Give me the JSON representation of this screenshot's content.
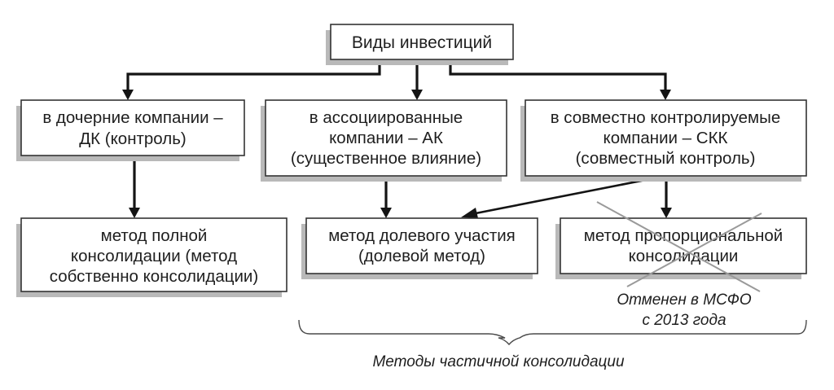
{
  "diagram": {
    "title": "Виды инвестиций",
    "categories": [
      {
        "id": "subsidiaries",
        "lines": [
          "в дочерние компании –",
          "ДК (контроль)"
        ]
      },
      {
        "id": "associates",
        "lines": [
          "в ассоциированные",
          "компании – АК",
          "(существенное влияние)"
        ]
      },
      {
        "id": "joint-ventures",
        "lines": [
          "в совместно контролируемые",
          "компании – СКК",
          "(совместный контроль)"
        ]
      }
    ],
    "methods": [
      {
        "id": "full-consolidation",
        "lines": [
          "метод полной",
          "консолидации (метод",
          "собственно консолидации)"
        ],
        "crossed_out": false
      },
      {
        "id": "equity-method",
        "lines": [
          "метод долевого участия",
          "(долевой метод)"
        ],
        "crossed_out": false
      },
      {
        "id": "proportional-consolidation",
        "lines": [
          "метод пропорциональной",
          "консолидации"
        ],
        "crossed_out": true
      }
    ],
    "edges": [
      {
        "from": "title",
        "to": "subsidiaries"
      },
      {
        "from": "title",
        "to": "associates"
      },
      {
        "from": "title",
        "to": "joint-ventures"
      },
      {
        "from": "subsidiaries",
        "to": "full-consolidation"
      },
      {
        "from": "associates",
        "to": "equity-method"
      },
      {
        "from": "joint-ventures",
        "to": "equity-method"
      },
      {
        "from": "joint-ventures",
        "to": "proportional-consolidation"
      }
    ],
    "note": {
      "lines": [
        "Отменен в МСФО",
        "с 2013 года"
      ]
    },
    "brace_label": "Методы частичной консолидации"
  },
  "colors": {
    "line": "#141414",
    "box_border": "#333333",
    "box_shadow": "#b9b9b9",
    "cross": "#9a9a9a",
    "background": "#ffffff"
  }
}
